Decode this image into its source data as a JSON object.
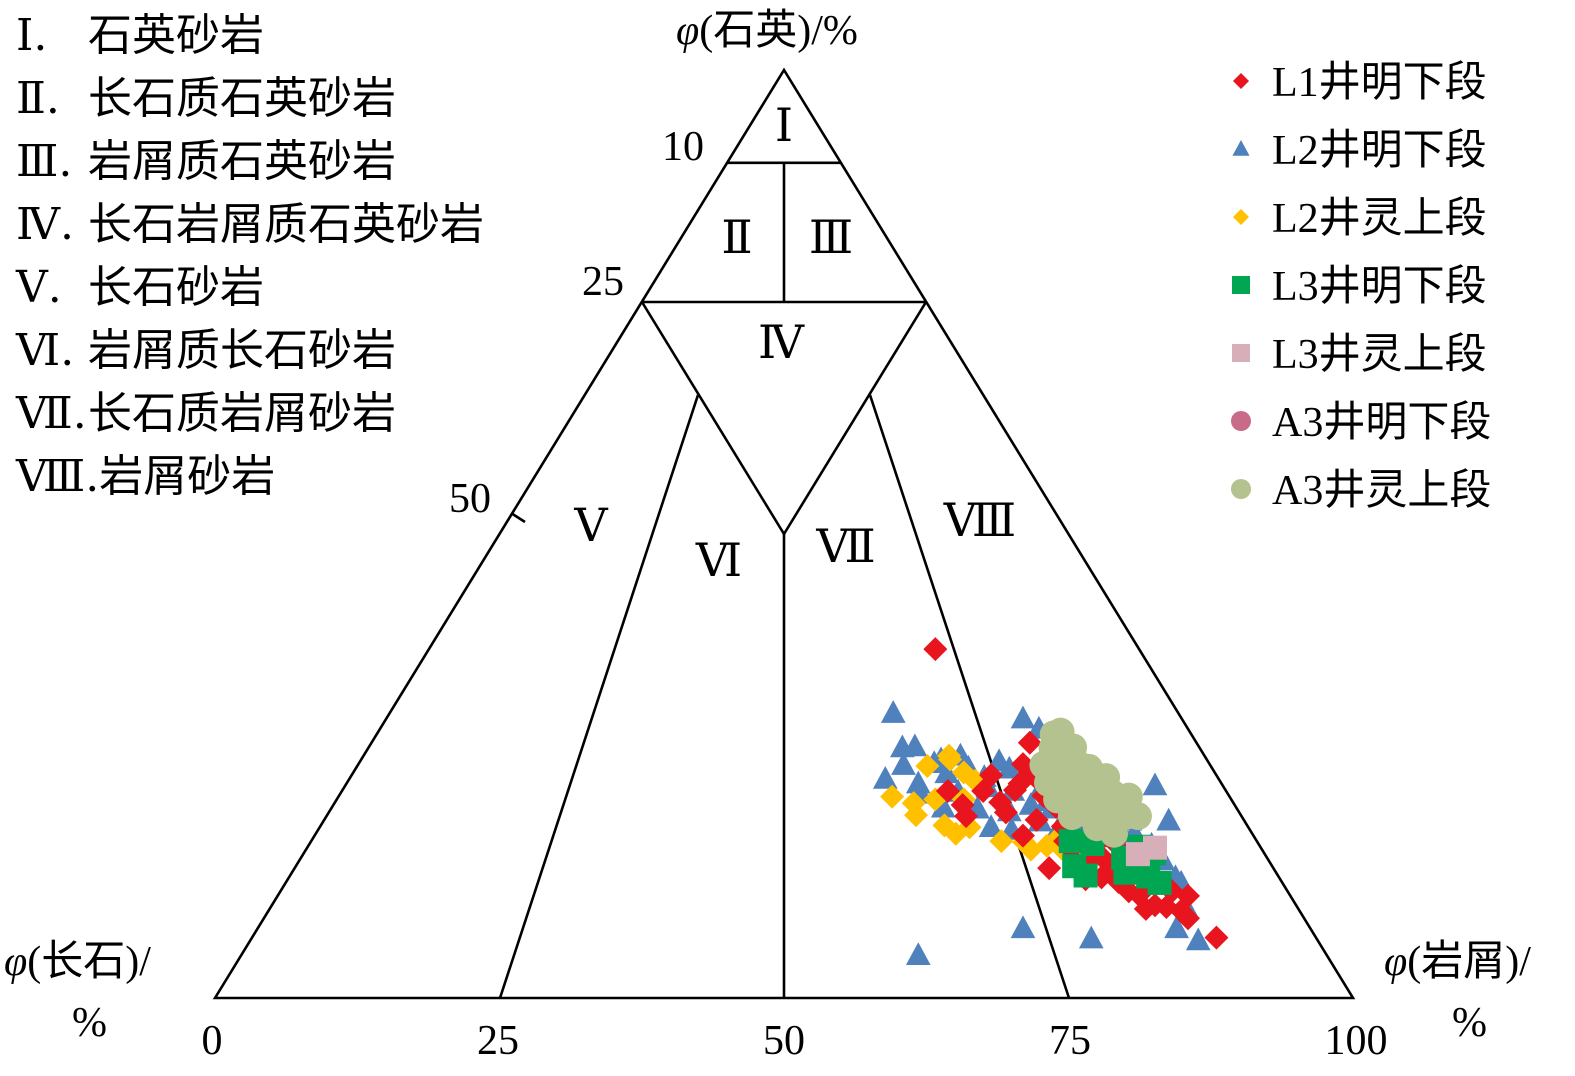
{
  "chart_data": {
    "type": "scatter",
    "subtype": "ternary",
    "axes": {
      "top": {
        "label_sym": "φ",
        "label_rest": "(石英)/%"
      },
      "left": {
        "label_sym": "φ",
        "label_rest": "(长石)/",
        "label_unit": "%"
      },
      "right": {
        "label_sym": "φ",
        "label_rest": "(岩屑)/",
        "label_unit": "%"
      },
      "bottom_ticks": [
        "0",
        "25",
        "50",
        "75",
        "100"
      ],
      "left_ticks": [
        "10",
        "25",
        "50"
      ]
    },
    "region_labels": [
      "Ⅰ",
      "Ⅱ",
      "Ⅲ",
      "Ⅳ",
      "Ⅴ",
      "Ⅵ",
      "Ⅶ",
      "Ⅷ"
    ],
    "classification": [
      {
        "num": "Ⅰ.",
        "name": "石英砂岩"
      },
      {
        "num": "Ⅱ.",
        "name": "长石质石英砂岩"
      },
      {
        "num": "Ⅲ.",
        "name": "岩屑质石英砂岩"
      },
      {
        "num": "Ⅳ.",
        "name": "长石岩屑质石英砂岩"
      },
      {
        "num": "Ⅴ.",
        "name": "长石砂岩"
      },
      {
        "num": "Ⅵ.",
        "name": "岩屑质长石砂岩"
      },
      {
        "num": "Ⅶ.",
        "name": "长石质岩屑砂岩"
      },
      {
        "num": "Ⅷ.",
        "name": "岩屑砂岩"
      }
    ],
    "legend_position": "top-right",
    "point_format": "[ternary x along bottom axis (%), quartz (%)]",
    "series": [
      {
        "name": "L1井明下段",
        "marker": "diamond",
        "color": "#e8141e",
        "points": [
          [
            63.3,
            37.6
          ],
          [
            71.6,
            27.5
          ],
          [
            67.5,
            22.3
          ],
          [
            69.5,
            20
          ],
          [
            72,
            23.9
          ],
          [
            66,
            19.6
          ],
          [
            71,
            17.5
          ],
          [
            72.2,
            19.2
          ],
          [
            74.5,
            18.5
          ],
          [
            75.2,
            16
          ],
          [
            75.5,
            14.8
          ],
          [
            76.4,
            13.7
          ],
          [
            76.7,
            14.7
          ],
          [
            77.3,
            16.4
          ],
          [
            78.1,
            15
          ],
          [
            77.9,
            13
          ],
          [
            78.8,
            14.3
          ],
          [
            79.4,
            12.5
          ],
          [
            80.3,
            11.5
          ],
          [
            80.3,
            15.7
          ],
          [
            80.9,
            13.9
          ],
          [
            81.2,
            11.1
          ],
          [
            82.1,
            12.3
          ],
          [
            82.6,
            10
          ],
          [
            83.6,
            9.8
          ],
          [
            84.1,
            11.5
          ],
          [
            84.9,
            9.4
          ],
          [
            85.5,
            8.6
          ],
          [
            85.5,
            11
          ],
          [
            88,
            6.5
          ],
          [
            73.3,
            14
          ],
          [
            74.7,
            16.9
          ],
          [
            79,
            16.8
          ],
          [
            76.5,
            12.8
          ],
          [
            68.2,
            24
          ],
          [
            69,
            21.1
          ],
          [
            70.3,
            22.4
          ],
          [
            72.8,
            21.8
          ],
          [
            73.9,
            20.6
          ],
          [
            77.3,
            19.9
          ],
          [
            76.2,
            22
          ],
          [
            71,
            25.2
          ],
          [
            70.7,
            23.1
          ],
          [
            65.7,
            20.8
          ],
          [
            64.4,
            22.3
          ],
          [
            80.1,
            12.7
          ],
          [
            81.8,
            9.6
          ]
        ]
      },
      {
        "name": "L2井明下段",
        "marker": "triangle",
        "color": "#4f81bd",
        "points": [
          [
            59.6,
            30.7
          ],
          [
            71,
            30.1
          ],
          [
            72.4,
            29
          ],
          [
            74.3,
            28.2
          ],
          [
            82.6,
            22.9
          ],
          [
            83.8,
            19.1
          ],
          [
            71.7,
            20.8
          ],
          [
            73.5,
            20.4
          ],
          [
            75,
            19.7
          ],
          [
            76.1,
            18.6
          ],
          [
            78.5,
            17.3
          ],
          [
            80,
            17.2
          ],
          [
            80.8,
            17.7
          ],
          [
            82.3,
            16.5
          ],
          [
            82,
            14.5
          ],
          [
            82.3,
            12.3
          ],
          [
            84.9,
            12.4
          ],
          [
            84.4,
            13
          ],
          [
            85.4,
            9.6
          ],
          [
            84.5,
            7.5
          ],
          [
            86.4,
            6.2
          ],
          [
            71,
            7.5
          ],
          [
            77,
            6.4
          ],
          [
            61.8,
            4.6
          ],
          [
            58.9,
            23.6
          ],
          [
            60.5,
            25.1
          ],
          [
            61.8,
            23.1
          ],
          [
            63.2,
            25.3
          ],
          [
            64.3,
            24.2
          ],
          [
            65.5,
            26.1
          ],
          [
            66.2,
            24.8
          ],
          [
            67.6,
            23.8
          ],
          [
            68.9,
            25.5
          ],
          [
            69.8,
            24.7
          ],
          [
            71.3,
            24.7
          ],
          [
            70.1,
            22.3
          ],
          [
            72.6,
            22.6
          ],
          [
            73.1,
            21.2
          ],
          [
            74.6,
            22.4
          ],
          [
            75.5,
            21.4
          ],
          [
            76.6,
            20.8
          ],
          [
            77.8,
            20.4
          ],
          [
            79,
            20.2
          ],
          [
            80.4,
            19.1
          ],
          [
            67,
            20.4
          ],
          [
            68.2,
            18.4
          ],
          [
            70,
            18.1
          ],
          [
            62,
            22
          ],
          [
            64,
            20.5
          ],
          [
            63.8,
            25.7
          ],
          [
            60.4,
            27
          ],
          [
            61.5,
            27.1
          ],
          [
            65.3,
            22.2
          ],
          [
            67.9,
            22.7
          ],
          [
            69.8,
            20.1
          ],
          [
            72.5,
            19
          ],
          [
            74,
            18
          ],
          [
            76.2,
            17.1
          ],
          [
            77.6,
            18.9
          ],
          [
            81.5,
            14.1
          ],
          [
            83.3,
            14.8
          ]
        ]
      },
      {
        "name": "L2井灵上段",
        "marker": "diamond",
        "color": "#ffc000",
        "points": [
          [
            61.4,
            21
          ],
          [
            64.1,
            18.6
          ],
          [
            65.8,
            21.4
          ],
          [
            66.8,
            23.4
          ],
          [
            65.8,
            24.3
          ],
          [
            64.5,
            26.1
          ],
          [
            59.5,
            21.7
          ],
          [
            61.6,
            19.7
          ],
          [
            65.1,
            17.7
          ],
          [
            66.3,
            18.4
          ],
          [
            63.3,
            21.4
          ],
          [
            62.6,
            25
          ],
          [
            64.6,
            25.7
          ],
          [
            69.1,
            16.9
          ],
          [
            71.1,
            16.8
          ],
          [
            71.7,
            16
          ],
          [
            73.1,
            16.4
          ],
          [
            73.9,
            17
          ],
          [
            74.7,
            16
          ],
          [
            74.4,
            17.2
          ],
          [
            76.9,
            14.7
          ],
          [
            75.7,
            15.3
          ],
          [
            74.5,
            16
          ]
        ]
      },
      {
        "name": "L3井明下段",
        "marker": "square",
        "color": "#00a651",
        "points": [
          [
            75.5,
            14.2
          ],
          [
            75.2,
            16.9
          ],
          [
            76.5,
            13.2
          ],
          [
            77.1,
            16.6
          ],
          [
            79.8,
            15.1
          ],
          [
            81.2,
            16.3
          ],
          [
            81.5,
            14.8
          ],
          [
            82.5,
            15.6
          ],
          [
            82,
            13.1
          ],
          [
            83,
            12.4
          ],
          [
            80,
            13.5
          ]
        ]
      },
      {
        "name": "L3井灵上段",
        "marker": "square",
        "color": "#d7afb8",
        "points": [
          [
            81.1,
            15.5
          ],
          [
            82.6,
            16.2
          ]
        ]
      },
      {
        "name": "A3井明下段",
        "marker": "circle",
        "color": "#c76b89",
        "points": [
          [
            74.2,
            27
          ]
        ]
      },
      {
        "name": "A3井灵上段",
        "marker": "circle",
        "color": "#b3c28f",
        "points": [
          [
            74.3,
            28.7
          ],
          [
            73.6,
            26.9
          ],
          [
            75.4,
            27
          ],
          [
            72.8,
            25.1
          ],
          [
            74.5,
            25.3
          ],
          [
            76.1,
            25
          ],
          [
            73.2,
            23.2
          ],
          [
            74.9,
            23.4
          ],
          [
            76.6,
            23.6
          ],
          [
            78.3,
            23.8
          ],
          [
            74,
            21.4
          ],
          [
            75.6,
            21.6
          ],
          [
            77.2,
            21.8
          ],
          [
            78.9,
            22
          ],
          [
            80.3,
            21.7
          ],
          [
            75.3,
            19.6
          ],
          [
            76.9,
            19.7
          ],
          [
            78.6,
            19.8
          ],
          [
            80,
            19.6
          ],
          [
            77.5,
            18.4
          ],
          [
            79,
            17.7
          ],
          [
            73.7,
            28.4
          ],
          [
            76.8,
            24.8
          ],
          [
            77.9,
            20.9
          ],
          [
            79.6,
            20.8
          ],
          [
            81.1,
            19.6
          ]
        ]
      }
    ]
  }
}
